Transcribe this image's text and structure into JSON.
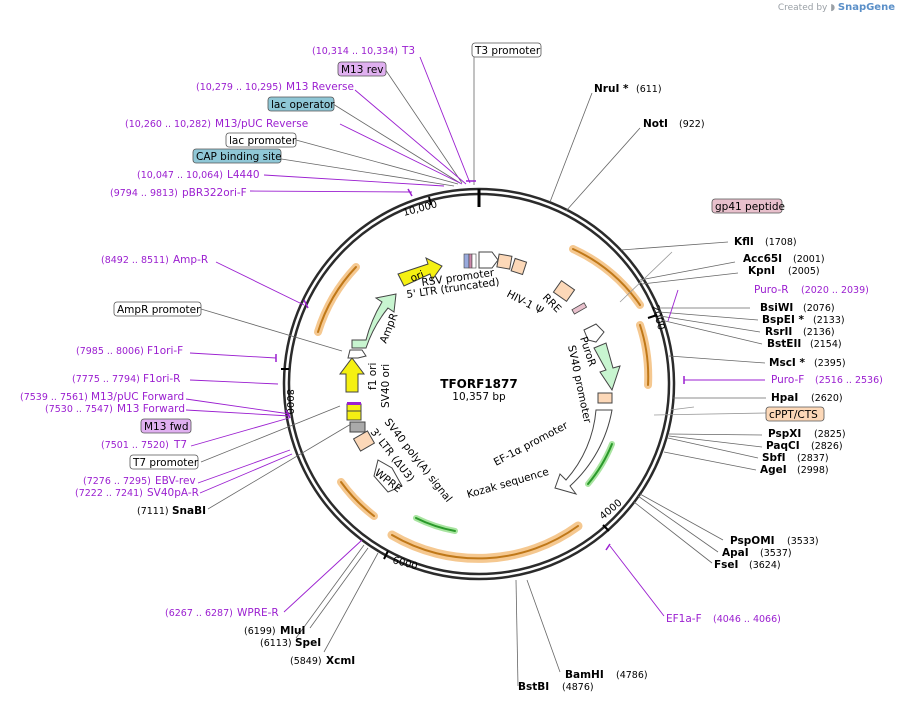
{
  "credit": {
    "prefix": "Created by",
    "brand": "SnapGene"
  },
  "plasmid": {
    "name": "TFORF1877",
    "length_label": "10,357 bp",
    "length": 10357
  },
  "ticks": [
    "2000",
    "4000",
    "6000",
    "8000",
    "10,000"
  ],
  "cut_sites_right": [
    {
      "name": "NruI *",
      "pos": "(611)"
    },
    {
      "name": "NotI",
      "pos": "(922)"
    },
    {
      "name": "KflI",
      "pos": "(1708)"
    },
    {
      "name": "Acc65I",
      "pos": "(2001)"
    },
    {
      "name": "KpnI",
      "pos": "(2005)"
    },
    {
      "name": "BsiWI",
      "pos": "(2076)"
    },
    {
      "name": "BspEI *",
      "pos": "(2133)"
    },
    {
      "name": "RsrII",
      "pos": "(2136)"
    },
    {
      "name": "BstEII",
      "pos": "(2154)"
    },
    {
      "name": "MscI *",
      "pos": "(2395)"
    },
    {
      "name": "HpaI",
      "pos": "(2620)"
    },
    {
      "name": "PspXI",
      "pos": "(2825)"
    },
    {
      "name": "PaqCI",
      "pos": "(2826)"
    },
    {
      "name": "SbfI",
      "pos": "(2837)"
    },
    {
      "name": "AgeI",
      "pos": "(2998)"
    },
    {
      "name": "PspOMI",
      "pos": "(3533)"
    },
    {
      "name": "ApaI",
      "pos": "(3537)"
    },
    {
      "name": "FseI",
      "pos": "(3624)"
    },
    {
      "name": "BamHI",
      "pos": "(4786)"
    },
    {
      "name": "BstBI",
      "pos": "(4876)"
    }
  ],
  "cut_sites_left": [
    {
      "name": "SnaBI",
      "pos": "(7111)"
    },
    {
      "name": "MluI",
      "pos": "(6199)"
    },
    {
      "name": "SpeI",
      "pos": "(6113)"
    },
    {
      "name": "XcmI",
      "pos": "(5849)"
    }
  ],
  "primers_right": [
    {
      "name": "Puro-R",
      "pos": "(2020 .. 2039)"
    },
    {
      "name": "Puro-F",
      "pos": "(2516 .. 2536)"
    },
    {
      "name": "EF1a-F",
      "pos": "(4046 .. 4066)"
    }
  ],
  "primers_left": [
    {
      "name": "T3",
      "pos": "(10,314 .. 10,334)"
    },
    {
      "name": "M13 Reverse",
      "pos": "(10,279 .. 10,295)"
    },
    {
      "name": "M13/pUC Reverse",
      "pos": "(10,260 .. 10,282)"
    },
    {
      "name": "L4440",
      "pos": "(10,047 .. 10,064)"
    },
    {
      "name": "pBR322ori-F",
      "pos": "(9794 .. 9813)"
    },
    {
      "name": "Amp-R",
      "pos": "(8492 .. 8511)"
    },
    {
      "name": "F1ori-F",
      "pos": "(7985 .. 8006)"
    },
    {
      "name": "F1ori-R",
      "pos": "(7775 .. 7794)"
    },
    {
      "name": "M13/pUC Forward",
      "pos": "(7539 .. 7561)"
    },
    {
      "name": "M13 Forward",
      "pos": "(7530 .. 7547)"
    },
    {
      "name": "T7",
      "pos": "(7501 .. 7520)"
    },
    {
      "name": "EBV-rev",
      "pos": "(7276 .. 7295)"
    },
    {
      "name": "SV40pA-R",
      "pos": "(7222 .. 7241)"
    },
    {
      "name": "WPRE-R",
      "pos": "(6267 .. 6287)"
    }
  ],
  "boxed_labels": {
    "t3_promoter": "T3 promoter",
    "m13_rev": "M13 rev",
    "lac_operator": "lac operator",
    "lac_promoter": "lac promoter",
    "cap_site": "CAP binding site",
    "gp41": "gp41 peptide",
    "cppt": "cPPT/CTS",
    "ampr_promoter": "AmpR promoter",
    "m13_fwd": "M13 fwd",
    "t7_promoter": "T7 promoter"
  },
  "features": {
    "rsv": "RSV promoter",
    "ltr5": "5' LTR (truncated)",
    "hiv": "HIV-1 Ψ",
    "rre": "RRE",
    "puror": "PuroR",
    "sv40p": "SV40 promoter",
    "ef1a": "EF-1α promoter",
    "kozak": "Kozak sequence",
    "wpre": "WPRE",
    "ltr3": "3' LTR (ΔU3)",
    "sv40pa": "SV40 poly(A) signal",
    "sv40ori": "SV40 ori",
    "f1ori": "f1 ori",
    "ampr": "AmpR",
    "ori": "ori"
  },
  "colors": {
    "backbone": "#2b2b2b",
    "primer": "#9b1fd0",
    "orf": "#f0a030",
    "promoter_box": "#ffffff",
    "ampr": "#c8f5d0",
    "ori": "#f5f012",
    "misc": "#fcd8b8",
    "operator": "#8fc7d6",
    "gp41": "#e8c0cc"
  }
}
